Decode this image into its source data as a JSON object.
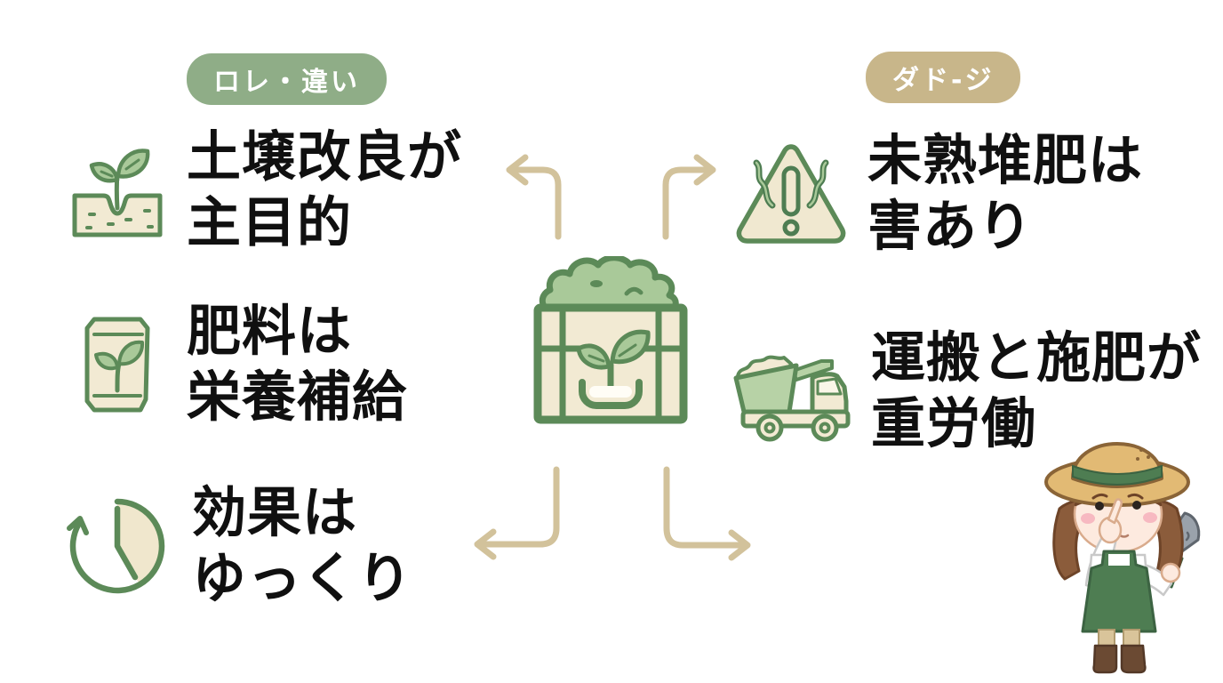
{
  "badges": {
    "left": {
      "label": "ロレ・違い",
      "bg_color": "#8fad87",
      "text_color": "#ffffff"
    },
    "right": {
      "label": "ダド-ジ",
      "bg_color": "#c8b68a",
      "text_color": "#ffffff"
    }
  },
  "left_items": [
    {
      "icon": "sprout-soil-icon",
      "line1": "土壌改良が",
      "line2": "主目的"
    },
    {
      "icon": "fertilizer-bag-icon",
      "line1": "肥料は",
      "line2": "栄養補給"
    },
    {
      "icon": "clock-slow-icon",
      "line1": "効果は",
      "line2": "ゆっくり"
    }
  ],
  "right_items": [
    {
      "icon": "warning-odor-icon",
      "line1": "未熟堆肥は",
      "line2": "害あり"
    },
    {
      "icon": "dump-truck-icon",
      "line1": "運搬と施肥が",
      "line2": "重労働"
    }
  ],
  "center": {
    "icon": "compost-bin-icon"
  },
  "character": {
    "icon": "gardener-girl-pinching-nose-with-trowel"
  },
  "colors": {
    "text": "#101010",
    "icon_outline": "#5c8a58",
    "icon_dark_green": "#4e7d52",
    "icon_leaf_fill": "#a9c999",
    "icon_beige_fill": "#f2ead3",
    "arrow": "#d2c29b",
    "badge_green": "#8fad87",
    "badge_tan": "#c8b68a",
    "background": "#ffffff"
  }
}
